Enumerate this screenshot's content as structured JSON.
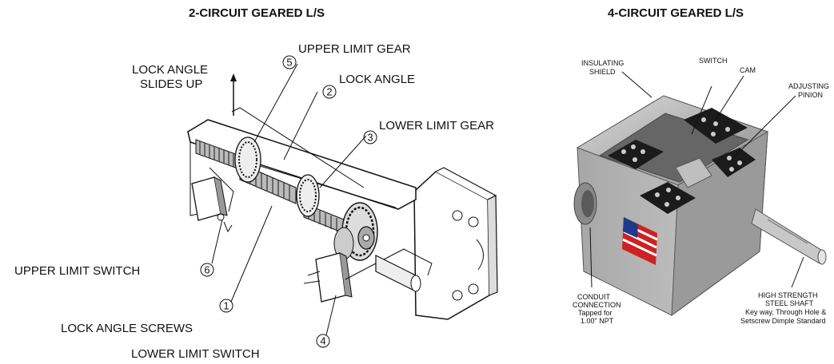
{
  "left": {
    "title": "2-CIRCUIT GEARED L/S",
    "labels": {
      "lock_angle_slides_up_1": "LOCK ANGLE",
      "lock_angle_slides_up_2": "SLIDES UP",
      "upper_limit_gear": "UPPER LIMIT GEAR",
      "lock_angle": "LOCK ANGLE",
      "lower_limit_gear": "LOWER LIMIT GEAR",
      "upper_limit_switch": "UPPER LIMIT SWITCH",
      "lock_angle_screws": "LOCK ANGLE SCREWS",
      "lower_limit_switch": "LOWER LIMIT SWITCH"
    },
    "callouts": {
      "c1": "1",
      "c2": "2",
      "c3": "3",
      "c4": "4",
      "c5": "5",
      "c6": "6"
    }
  },
  "right": {
    "title": "4-CIRCUIT GEARED L/S",
    "labels": {
      "insulating_1": "INSULATING",
      "insulating_2": "SHIELD",
      "switch": "SWITCH",
      "cam": "CAM",
      "adjusting_1": "ADJUSTING",
      "adjusting_2": "PINION",
      "conduit_1": "CONDUIT",
      "conduit_2": "CONNECTION",
      "conduit_3": "Tapped for",
      "conduit_4": "1.00\" NPT",
      "shaft_1": "HIGH STRENGTH",
      "shaft_2": "STEEL SHAFT",
      "shaft_3": "Key way, Through Hole &",
      "shaft_4": "Setscrew Dimple Standard"
    }
  }
}
